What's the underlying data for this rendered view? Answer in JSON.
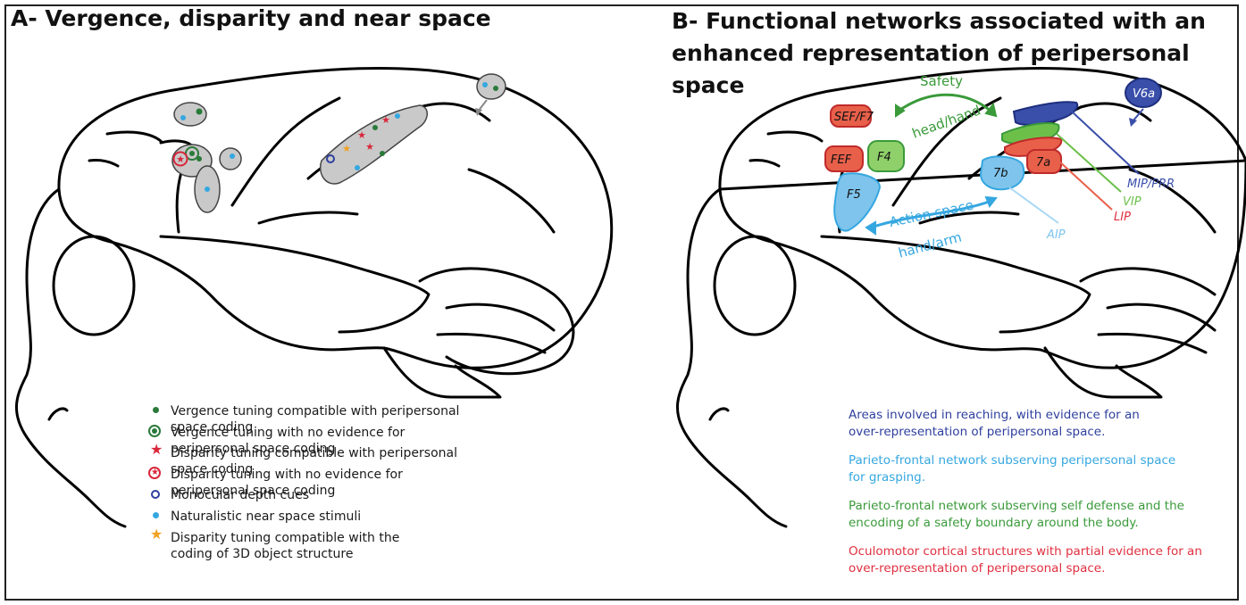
{
  "panelA": {
    "title": "A- Vergence, disparity and near space",
    "legend": [
      {
        "symbol": "green-dot",
        "text": "Vergence tuning compatible with peripersonal space coding"
      },
      {
        "symbol": "green-ring",
        "text": "Vergence tuning with no evidence for peripersonal space coding"
      },
      {
        "symbol": "red-star",
        "text": "Disparity tuning compatible with peripersonal space coding"
      },
      {
        "symbol": "red-ring-star",
        "text": "Disparity tuning with no evidence for peripersonal space coding"
      },
      {
        "symbol": "blue-ring",
        "text": "Monocular depth cues"
      },
      {
        "symbol": "cyan-dot",
        "text": "Naturalistic near space stimuli"
      },
      {
        "symbol": "orange-star",
        "text": "Disparity tuning compatible with the coding of 3D object structure"
      }
    ]
  },
  "panelB": {
    "title": "B- Functional networks associated with an enhanced representation of peripersonal space",
    "areas": {
      "sef": "SEF/F7",
      "fef": "FEF",
      "f4": "F4",
      "f5": "F5",
      "b7": "7b",
      "a7": "7a",
      "v6a": "V6a",
      "mip": "MIP/PRR",
      "vip": "VIP",
      "lip": "LIP",
      "aip": "AIP"
    },
    "arrows": {
      "safety_top": "Safety",
      "safety_bottom": "head/hand",
      "action_top": "Action space",
      "action_bottom": "hand/arm"
    },
    "legend": [
      {
        "text": "Areas involved in reaching, with evidence for an over-representation of peripersonal space.",
        "color": "#2e3f9e"
      },
      {
        "text": "Parieto-frontal network subserving peripersonal space for grasping.",
        "color": "#35a7e0"
      },
      {
        "text": "Parieto-frontal network subserving self defense and the encoding of a safety boundary around the body.",
        "color": "#3a9a3a"
      },
      {
        "text": "Oculomotor cortical structures with partial evidence for an over-representation of peripersonal space.",
        "color": "#e03040"
      }
    ]
  },
  "colors": {
    "green": "#2a7a3a",
    "red": "#d9263a",
    "blue": "#2e3f9e",
    "cyan": "#35a7e0",
    "orange": "#f0a020",
    "gray": "#c8c8c8",
    "reach": "#3a4faa",
    "grasp": "#5cb8e6",
    "defense": "#6cc04a",
    "oculo": "#e8604a"
  }
}
